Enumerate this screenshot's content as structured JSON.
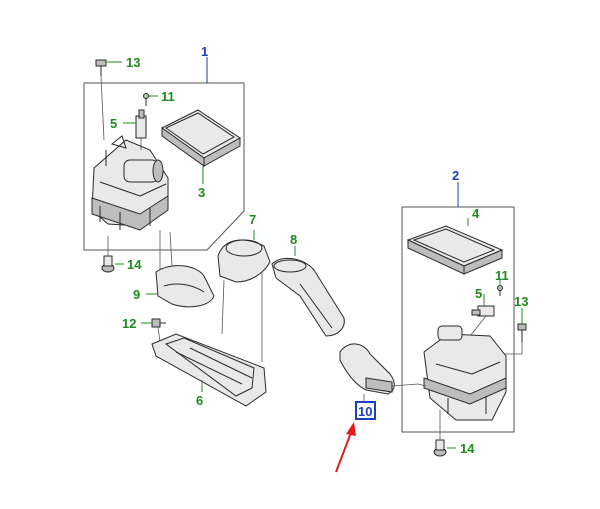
{
  "diagram": {
    "callouts": {
      "c1": "1",
      "c2": "2",
      "c3": "3",
      "c4": "4",
      "c5_left": "5",
      "c5_right": "5",
      "c6": "6",
      "c7": "7",
      "c8": "8",
      "c9": "9",
      "c10": "10",
      "c11_left": "11",
      "c11_right": "11",
      "c12": "12",
      "c13_left": "13",
      "c13_right": "13",
      "c14_left": "14",
      "c14_right": "14"
    },
    "colors": {
      "callout_green": "#1f8a1f",
      "callout_blue": "#1a3fbf",
      "highlight_box": "#1a3fbf",
      "arrow": "#e01b1b"
    },
    "icons": {
      "pointer": "red-arrow-icon"
    }
  }
}
